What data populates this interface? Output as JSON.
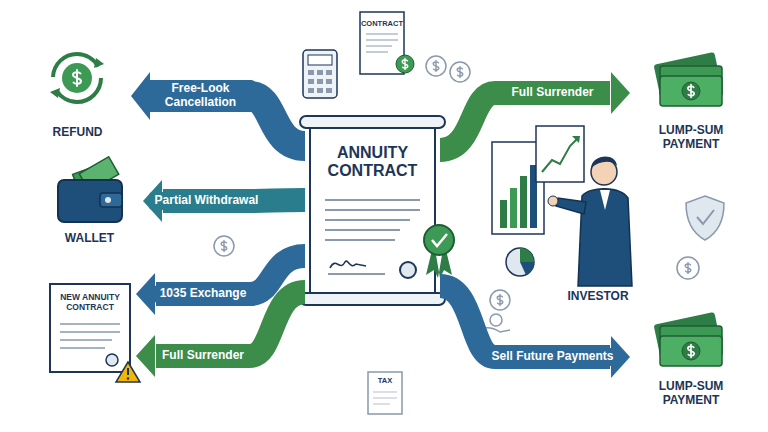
{
  "diagram": {
    "nodes": [
      {
        "text": [
          "ANNUITY CONTRACT"
        ]
      },
      {
        "text": [
          "REFUND"
        ]
      },
      {
        "text": [
          "WALLET"
        ]
      },
      {
        "text": [
          "NEW ANNUITY CONTRACT"
        ]
      },
      {
        "text": [
          "LUMP-SUM PAYMENT"
        ]
      },
      {
        "text": [
          "LUMP-SUM PAYMENT"
        ]
      }
    ],
    "edges": [
      {
        "from": 0,
        "to": 1,
        "label": "Free-Look Cancellation",
        "arrow": "to"
      },
      {
        "from": 0,
        "to": 2,
        "label": "Partial Withdrawal",
        "arrow": "to"
      },
      {
        "from": 0,
        "to": 3,
        "label": "1035 Exchange",
        "arrow": "to"
      },
      {
        "from": 0,
        "to": 3,
        "label": "Full Surrender",
        "arrow": "to"
      },
      {
        "from": 0,
        "to": 4,
        "label": "Full Surrender",
        "arrow": "to"
      },
      {
        "from": 0,
        "to": 5,
        "label": "Sell Future Payments",
        "arrow": "to"
      }
    ],
    "labels": [
      "CONTRACT",
      "TAX",
      "INVESTOR"
    ]
  }
}
